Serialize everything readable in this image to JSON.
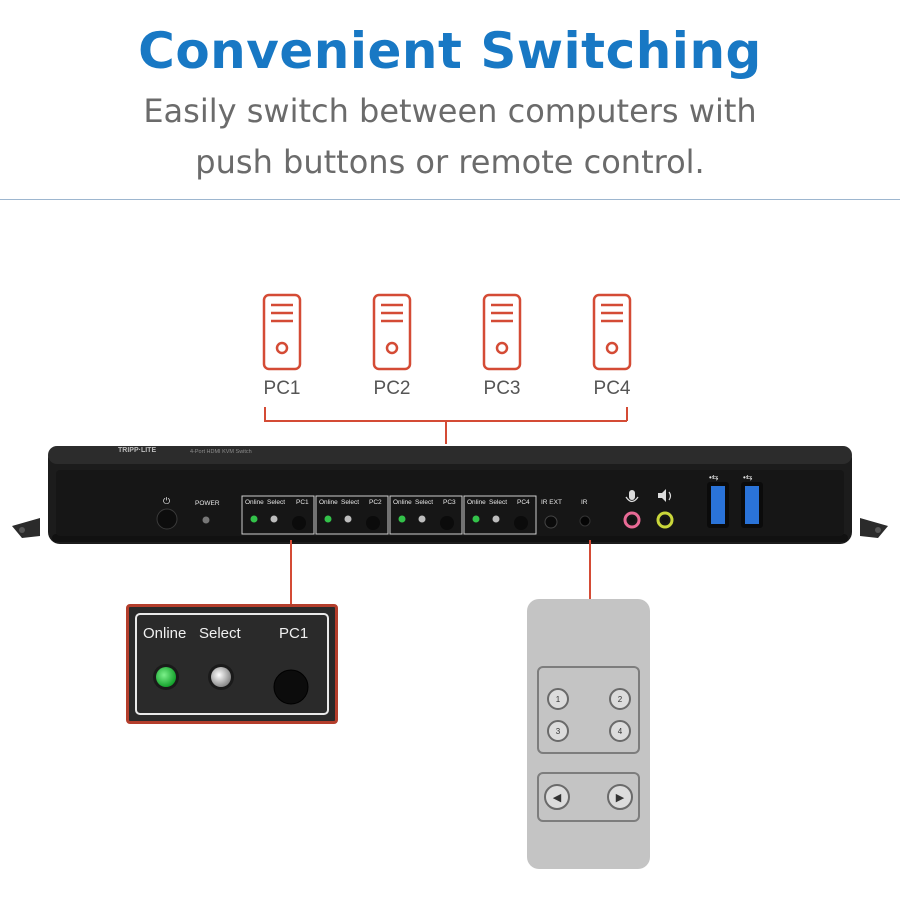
{
  "header": {
    "title": "Convenient Switching",
    "subtitle_line1": "Easily switch between computers with",
    "subtitle_line2": "push buttons or remote control."
  },
  "computers": [
    {
      "label": "PC1"
    },
    {
      "label": "PC2"
    },
    {
      "label": "PC3"
    },
    {
      "label": "PC4"
    }
  ],
  "kvm": {
    "brand": "TRIPP·LITE",
    "model": "4-Port HDMI KVM Switch",
    "power_label": "POWER",
    "ports": [
      {
        "online": "Online",
        "select": "Select",
        "pc": "PC1"
      },
      {
        "online": "Online",
        "select": "Select",
        "pc": "PC2"
      },
      {
        "online": "Online",
        "select": "Select",
        "pc": "PC3"
      },
      {
        "online": "Online",
        "select": "Select",
        "pc": "PC4"
      }
    ],
    "ir_ext_label": "IR EXT",
    "ir_label": "IR"
  },
  "zoom": {
    "online": "Online",
    "select": "Select",
    "pc": "PC1"
  },
  "remote": {
    "buttons": [
      "1",
      "2",
      "3",
      "4"
    ],
    "prev": "◀",
    "next": "▶"
  },
  "colors": {
    "title_blue": "#1878c4",
    "accent_red": "#d44b35",
    "led_green": "#33c24a"
  }
}
